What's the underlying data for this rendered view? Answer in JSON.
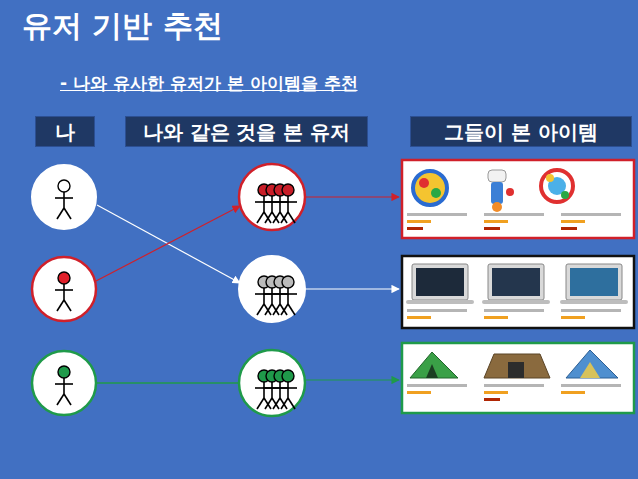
{
  "diagram": {
    "title": "유저 기반 추천",
    "nodes": [
      {
        "text": [
          "나"
        ]
      },
      {
        "text": [
          "나와 같은 것을 본 유저"
        ]
      },
      {
        "text": [
          "그들이 본 아이템"
        ]
      }
    ],
    "labels": [
      "- 나와 유사한 유저가 본 아이템을 추천"
    ]
  }
}
